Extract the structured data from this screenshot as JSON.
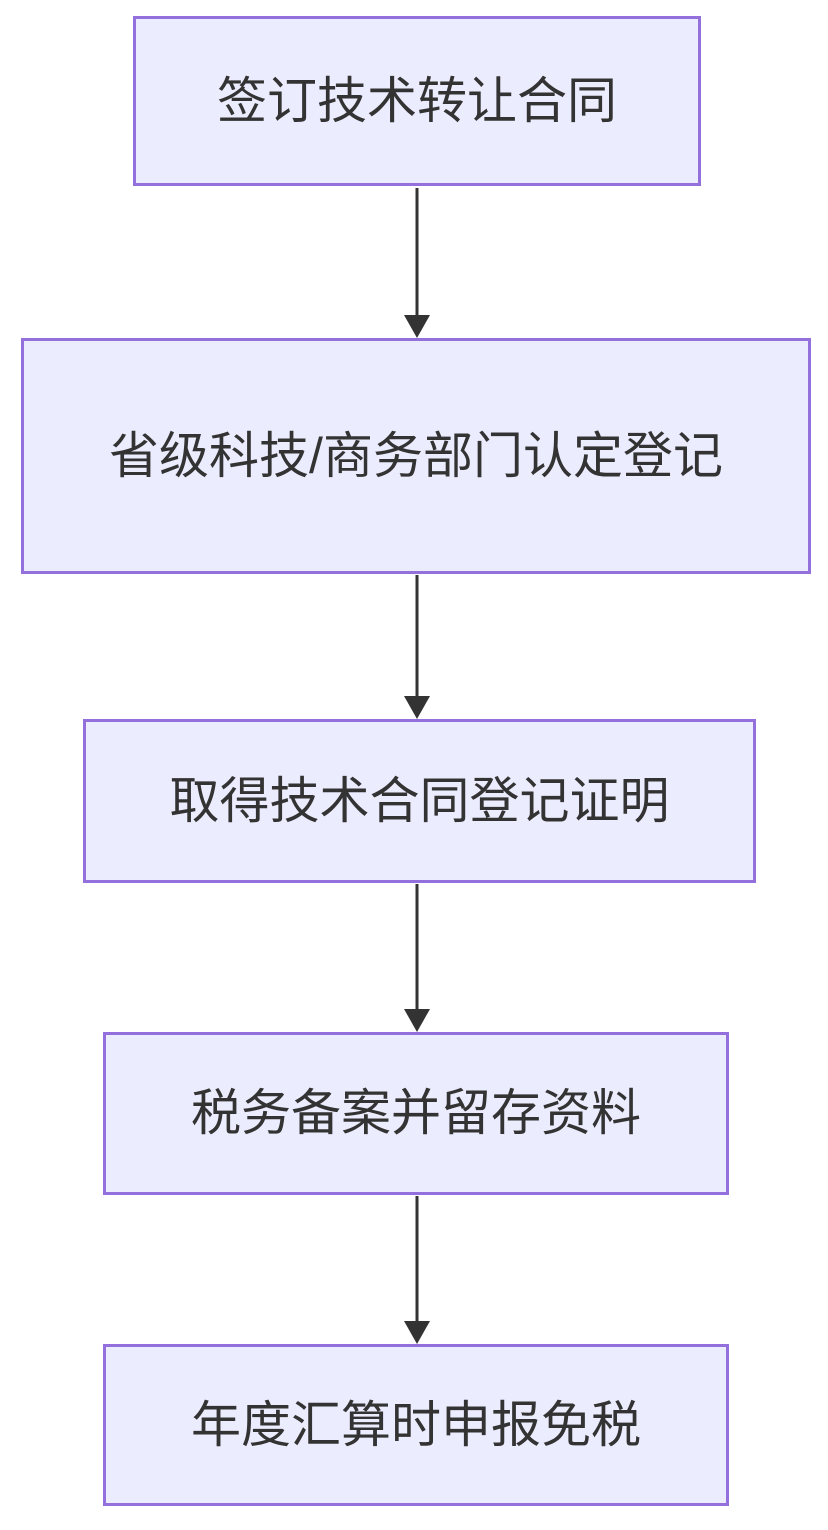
{
  "diagram": {
    "type": "flowchart",
    "direction": "top-down",
    "title": "",
    "nodes": [
      {
        "id": "step-1",
        "label": "签订技术转让合同"
      },
      {
        "id": "step-2",
        "label": "省级科技/商务部门认定登记"
      },
      {
        "id": "step-3",
        "label": "取得技术合同登记证明"
      },
      {
        "id": "step-4",
        "label": "税务备案并留存资料"
      },
      {
        "id": "step-5",
        "label": "年度汇算时申报免税"
      }
    ],
    "edges": [
      {
        "from": "step-1",
        "to": "step-2",
        "label": ""
      },
      {
        "from": "step-2",
        "to": "step-3",
        "label": ""
      },
      {
        "from": "step-3",
        "to": "step-4",
        "label": ""
      },
      {
        "from": "step-4",
        "to": "step-5",
        "label": ""
      }
    ],
    "colors": {
      "background": "#FFFFFF",
      "node_fill": "#ECECFF",
      "node_border": "#9370DB",
      "arrow": "#333333",
      "text": "#333333"
    }
  }
}
